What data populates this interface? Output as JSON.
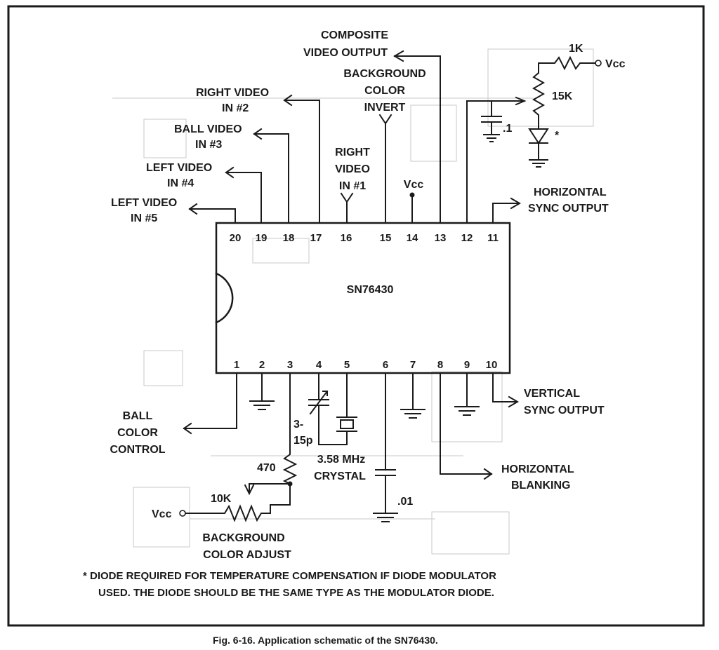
{
  "chip": {
    "name": "SN76430",
    "top_pins": [
      "20",
      "19",
      "18",
      "17",
      "16",
      "15",
      "14",
      "13",
      "12",
      "11"
    ],
    "bottom_pins": [
      "1",
      "2",
      "3",
      "4",
      "5",
      "6",
      "7",
      "8",
      "9",
      "10"
    ]
  },
  "labels": {
    "composite_l1": "COMPOSITE",
    "composite_l2": "VIDEO OUTPUT",
    "bg_invert_l1": "BACKGROUND",
    "bg_invert_l2": "COLOR",
    "bg_invert_l3": "INVERT",
    "right_video2_l1": "RIGHT VIDEO",
    "right_video2_l2": "IN #2",
    "ball_video3_l1": "BALL VIDEO",
    "ball_video3_l2": "IN #3",
    "left_video4_l1": "LEFT VIDEO",
    "left_video4_l2": "IN #4",
    "left_video5_l1": "LEFT VIDEO",
    "left_video5_l2": "IN #5",
    "right_video1_l1": "RIGHT",
    "right_video1_l2": "VIDEO",
    "right_video1_l3": "IN #1",
    "vcc_pin14": "Vcc",
    "vcc_top": "Vcc",
    "vcc_left": "Vcc",
    "r_1k": "1K",
    "r_15k": "15K",
    "c_01": ".1",
    "diode_star": "*",
    "hsync_l1": "HORIZONTAL",
    "hsync_l2": "SYNC OUTPUT",
    "vsync_l1": "VERTICAL",
    "vsync_l2": "SYNC OUTPUT",
    "hblank_l1": "HORIZONTAL",
    "hblank_l2": "BLANKING",
    "ball_color_l1": "BALL",
    "ball_color_l2": "COLOR",
    "ball_color_l3": "CONTROL",
    "trim_cap_l1": "3-",
    "trim_cap_l2": "15p",
    "crystal_l1": "3.58 MHz",
    "crystal_l2": "CRYSTAL",
    "r_470": "470",
    "r_10k": "10K",
    "c_001": ".01",
    "bg_adjust_l1": "BACKGROUND",
    "bg_adjust_l2": "COLOR ADJUST"
  },
  "note": {
    "line1": "* DIODE REQUIRED FOR TEMPERATURE COMPENSATION IF DIODE MODULATOR",
    "line2": "USED. THE DIODE SHOULD BE THE SAME TYPE AS THE MODULATOR DIODE."
  },
  "caption": "Fig. 6-16. Application schematic of the SN76430."
}
